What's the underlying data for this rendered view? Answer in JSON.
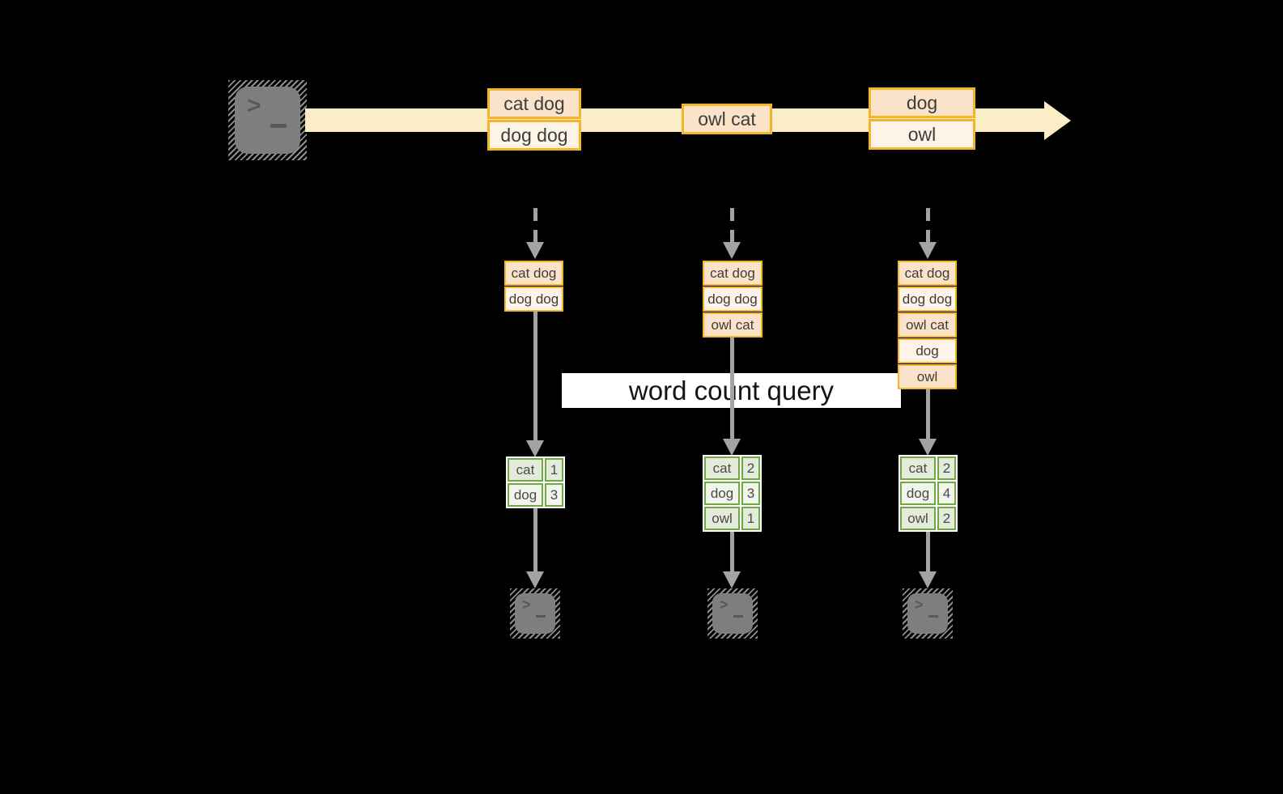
{
  "diagram": {
    "banner_label": "word count query",
    "stream_batches": [
      {
        "rows": [
          "cat dog",
          "dog dog"
        ]
      },
      {
        "rows": [
          "owl cat"
        ]
      },
      {
        "rows": [
          "dog",
          "owl"
        ]
      }
    ],
    "stages": [
      {
        "buffer": [
          "cat dog",
          "dog dog"
        ],
        "counts": [
          {
            "word": "cat",
            "count": "1"
          },
          {
            "word": "dog",
            "count": "3"
          }
        ]
      },
      {
        "buffer": [
          "cat dog",
          "dog dog",
          "owl cat"
        ],
        "counts": [
          {
            "word": "cat",
            "count": "2"
          },
          {
            "word": "dog",
            "count": "3"
          },
          {
            "word": "owl",
            "count": "1"
          }
        ]
      },
      {
        "buffer": [
          "cat dog",
          "dog dog",
          "owl cat",
          "dog",
          "owl"
        ],
        "counts": [
          {
            "word": "cat",
            "count": "2"
          },
          {
            "word": "dog",
            "count": "4"
          },
          {
            "word": "owl",
            "count": "2"
          }
        ]
      }
    ],
    "icons": {
      "source": "terminal-icon",
      "sinks": [
        "terminal-icon",
        "terminal-icon",
        "terminal-icon"
      ],
      "prompt_glyph": ">"
    },
    "colors": {
      "background": "#000000",
      "stream_band": "#fbeec6",
      "box_peach": "#fae3c8",
      "box_cream": "#fdf3e6",
      "orange_border": "#f2b52b",
      "green_border": "#6fa845",
      "green_cell_dark": "#e4ebda",
      "green_cell_light": "#f1f5eb",
      "arrow_gray": "#a3a3a3",
      "terminal_gray": "#7e7e7e",
      "banner_bg": "#ffffff"
    }
  }
}
